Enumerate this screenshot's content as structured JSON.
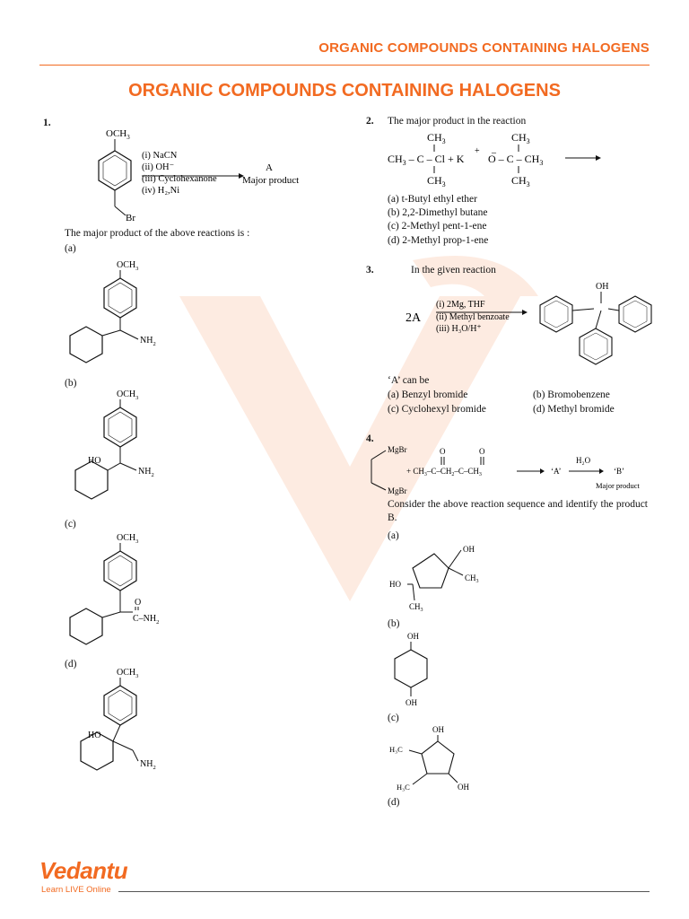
{
  "header": {
    "title": "ORGANIC COMPOUNDS CONTAINING HALOGENS"
  },
  "page_title": "ORGANIC COMPOUNDS CONTAINING HALOGENS",
  "q1": {
    "number": "1.",
    "reagent_substituent": "OCH",
    "leaving_group": "Br",
    "reagents": [
      "(i) NaCN",
      "(ii) OH⁻",
      "(iii) Cyclohexanone",
      "(iv) H₂,Ni"
    ],
    "product_label": "A",
    "product_caption": "Major product",
    "question": "The major product of the above reactions is :",
    "options": [
      "(a)",
      "(b)",
      "(c)",
      "(d)"
    ],
    "labels": {
      "och3": "OCH",
      "nh2": "NH",
      "ho": "HO",
      "o": "O",
      "c_nh2": "C–NH"
    }
  },
  "q2": {
    "number": "2.",
    "question": "The major product in the reaction",
    "options": [
      "(a) t-Butyl ethyl ether",
      "(b) 2,2-Dimethyl butane",
      "(c) 2-Methyl pent-1-ene",
      "(d) 2-Methyl prop-1-ene"
    ]
  },
  "q3": {
    "number": "3.",
    "question": "In the given reaction",
    "reactant": "2A",
    "reagents": [
      "(i) 2Mg, THF",
      "(ii) Methyl benzoate",
      "(iii) H₃O/H⁺"
    ],
    "product_oh": "OH",
    "stem": "‘A’ can be",
    "options": [
      "(a) Benzyl bromide",
      "(b) Bromobenzene",
      "(c) Cyclohexyl bromide",
      "(d) Methyl bromide"
    ]
  },
  "q4": {
    "number": "4.",
    "mgbr": "MgBr",
    "reagent": "H₂O",
    "intermediate": "‘A’",
    "product": "‘B’",
    "product_caption": "Major product",
    "description": "Consider the above reaction sequence and identify the product B.",
    "options": [
      "(a)",
      "(b)",
      "(c)",
      "(d)"
    ],
    "labels": {
      "oh": "OH",
      "ho": "HO",
      "ch3": "CH",
      "h3c": "H₃C"
    }
  },
  "footer": {
    "brand": "Vedantu",
    "tagline": "Learn LIVE Online"
  },
  "colors": {
    "accent": "#f26a21"
  }
}
